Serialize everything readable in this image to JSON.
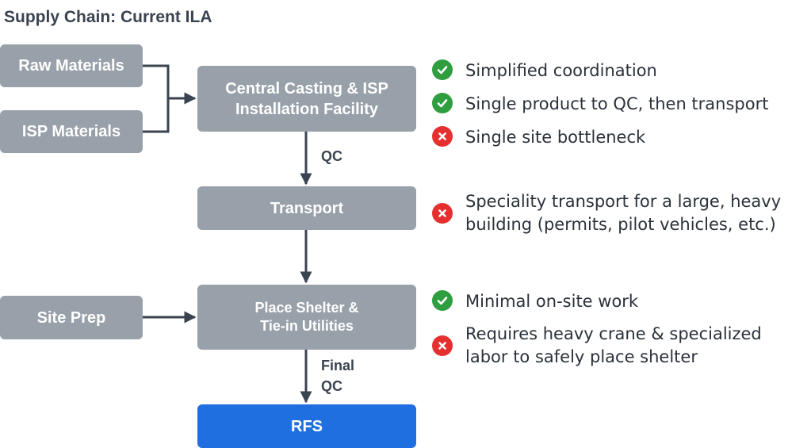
{
  "title": "Supply Chain: Current ILA",
  "nodes": {
    "raw_materials": "Raw Materials",
    "isp_materials": "ISP Materials",
    "central_line1": "Central Casting & ISP",
    "central_line2": "Installation Facility",
    "transport": "Transport",
    "site_prep": "Site Prep",
    "place_line1": "Place Shelter &",
    "place_line2": "Tie-in Utilities",
    "rfs": "RFS"
  },
  "edge_labels": {
    "qc": "QC",
    "final_qc_line1": "Final",
    "final_qc_line2": "QC"
  },
  "notes": [
    {
      "status": "pro",
      "icon": "check-circle-icon",
      "lines": [
        "Simplified coordination"
      ]
    },
    {
      "status": "pro",
      "icon": "check-circle-icon",
      "lines": [
        "Single product to QC, then transport"
      ]
    },
    {
      "status": "con",
      "icon": "x-circle-icon",
      "lines": [
        "Single site bottleneck"
      ]
    },
    {
      "status": "con",
      "icon": "x-circle-icon",
      "lines": [
        "Speciality transport for a large, heavy",
        "building (permits, pilot vehicles, etc.)"
      ]
    },
    {
      "status": "pro",
      "icon": "check-circle-icon",
      "lines": [
        "Minimal on-site work"
      ]
    },
    {
      "status": "con",
      "icon": "x-circle-icon",
      "lines": [
        "Requires heavy crane & specialized",
        "labor to safely place shelter"
      ]
    }
  ],
  "colors": {
    "node": "#98a0a9",
    "final_node": "#1f6fe0",
    "connector": "#3a4350",
    "pro": "#2e9e3f",
    "con": "#e5302f"
  }
}
